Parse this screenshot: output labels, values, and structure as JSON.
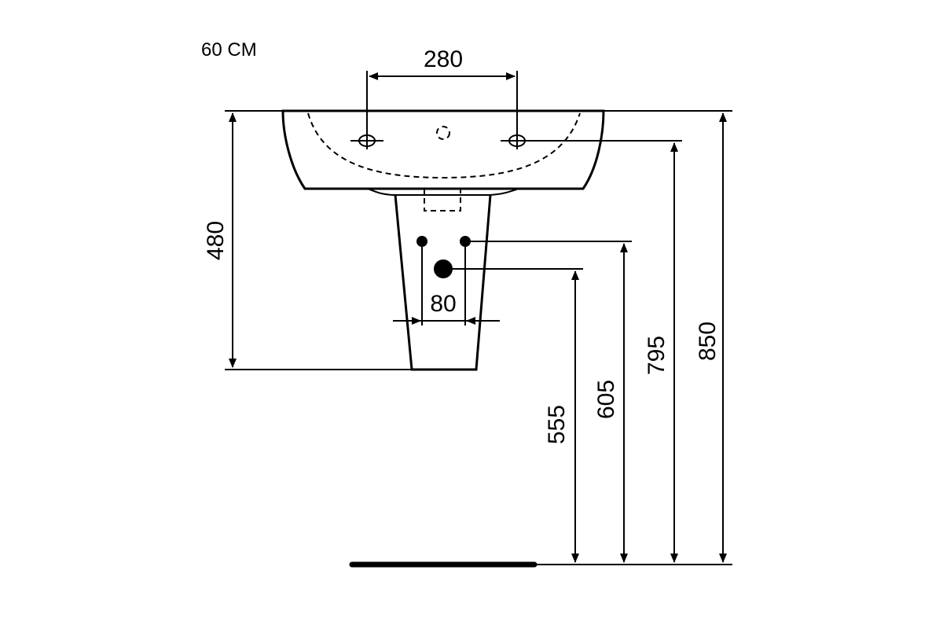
{
  "size_label": "60 CM",
  "dimensions": {
    "tap_hole_spacing": "280",
    "basin_height": "480",
    "supply_spacing": "80",
    "waste_height": "555",
    "supply_height": "605",
    "tap_hole_height": "795",
    "rim_height": "850"
  }
}
